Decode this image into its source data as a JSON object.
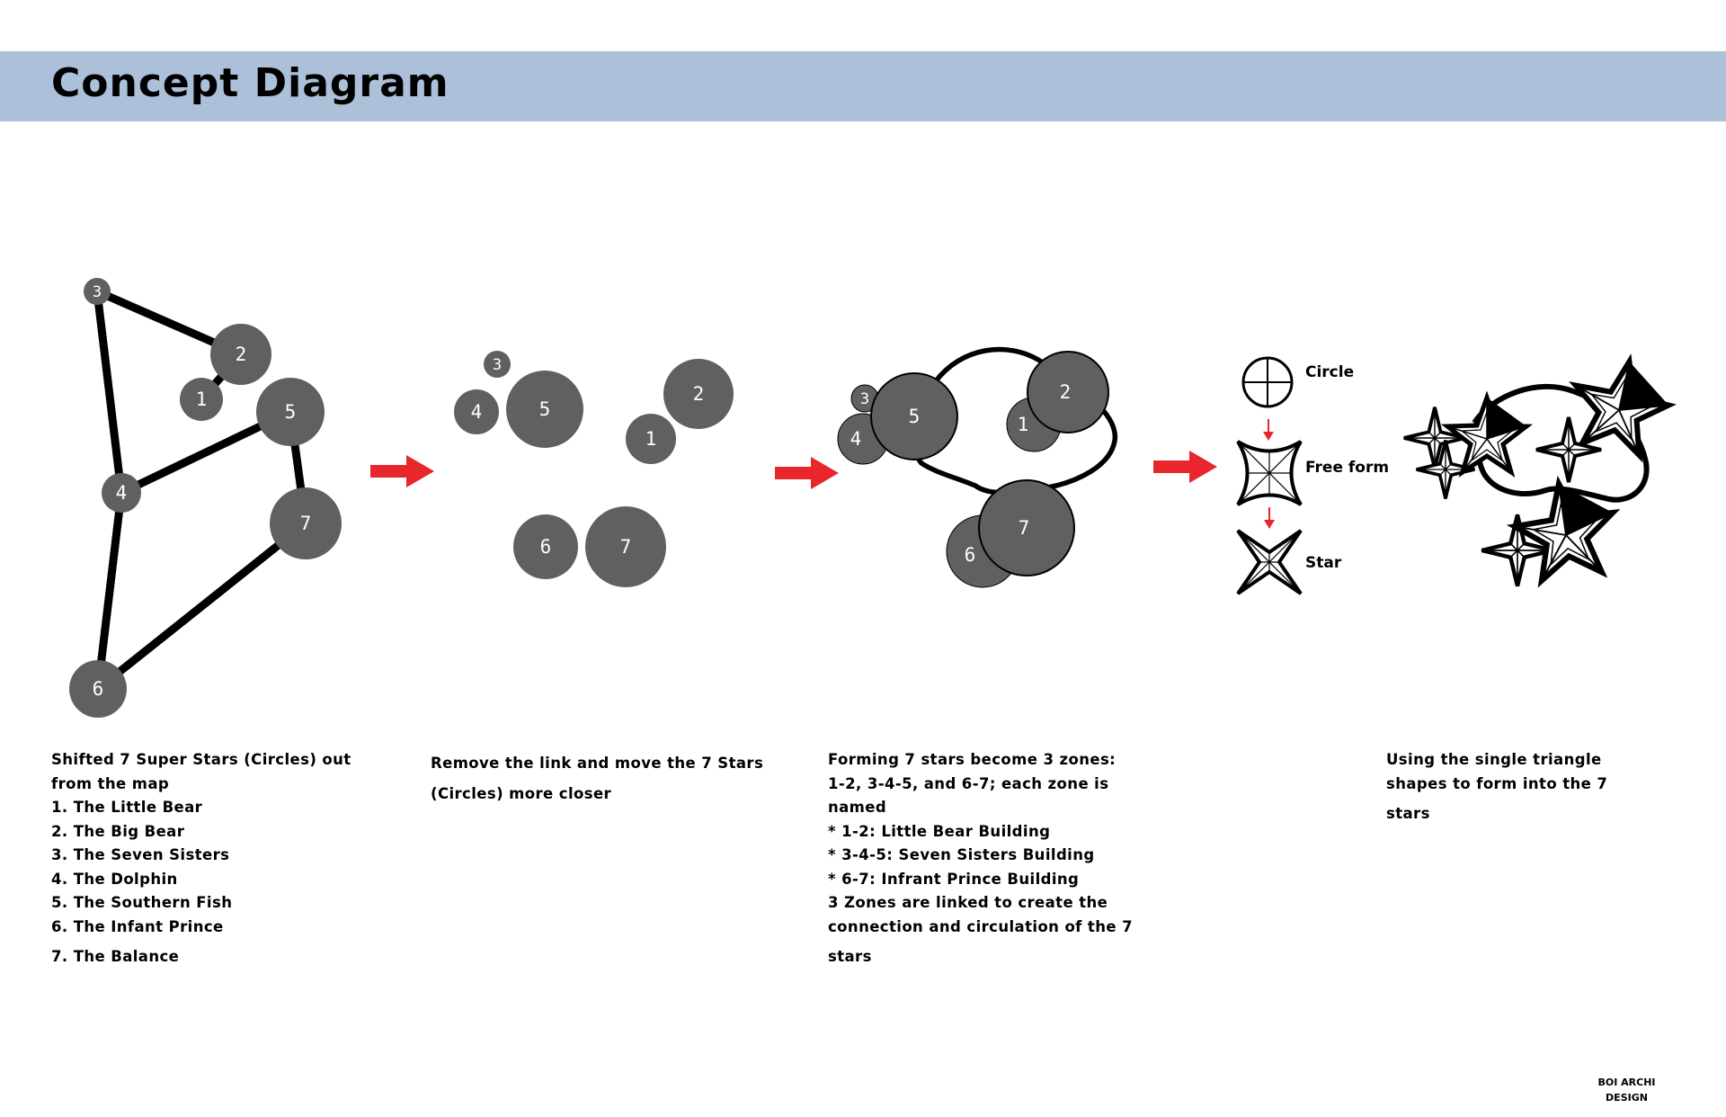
{
  "header": {
    "title": "Concept Diagram"
  },
  "stages": {
    "stage1": {
      "nodes": [
        "3",
        "2",
        "1",
        "5",
        "4",
        "7",
        "6"
      ]
    },
    "stage2": {
      "nodes": [
        "3",
        "4",
        "5",
        "2",
        "1",
        "6",
        "7"
      ]
    },
    "stage3": {
      "nodes": [
        "3",
        "4",
        "5",
        "1",
        "2",
        "6",
        "7"
      ]
    },
    "stage4": {
      "circle_label": "Circle",
      "freeform_label": "Free form",
      "star_label": "Star"
    }
  },
  "captions": {
    "stage1": [
      "Shifted 7 Super Stars (Circles) out",
      "from the map",
      "1. The Little Bear",
      "2. The Big Bear",
      "3. The Seven Sisters",
      "4. The Dolphin",
      "5. The Southern Fish",
      "6. The Infant Prince",
      "7. The Balance"
    ],
    "stage2": [
      "Remove the link and move the 7 Stars",
      "(Circles) more closer"
    ],
    "stage3": [
      "Forming  7 stars become 3 zones:",
      "1-2, 3-4-5, and 6-7; each zone is",
      "named",
      "*   1-2: Little Bear Building",
      "*   3-4-5: Seven Sisters Building",
      "*   6-7: Infrant Prince Building",
      "3 Zones are linked to create the",
      "connection and circulation of the 7",
      "stars"
    ],
    "stage4": [
      "Using  the  single  triangle",
      "shapes to form into the 7",
      "stars"
    ]
  },
  "footer": {
    "brand_line1": "BOI ARCHI",
    "brand_line2": "DESIGN"
  },
  "colors": {
    "node_fill": "#606060",
    "arrow": "#e8262b",
    "header_bg": "#adc0d9"
  }
}
